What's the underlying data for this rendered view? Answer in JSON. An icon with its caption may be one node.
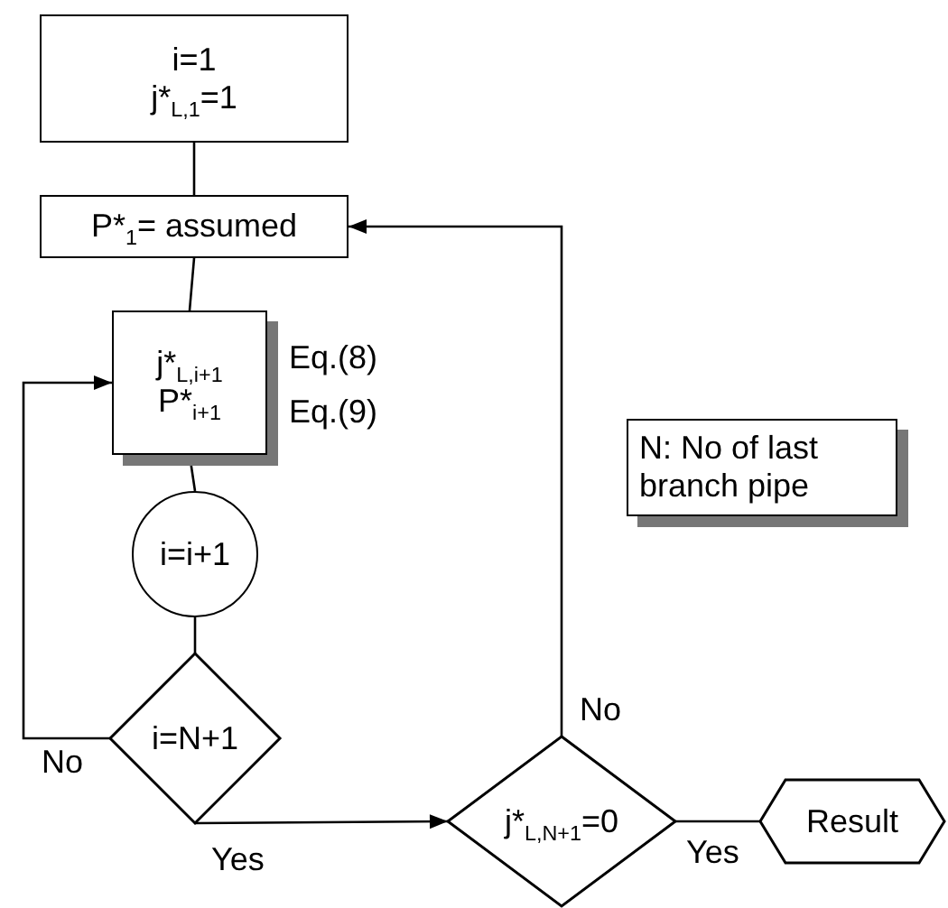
{
  "diagram": {
    "nodes": [
      {
        "text": [
          "i=1",
          "j*$_{L,1}$=1"
        ]
      },
      {
        "text": [
          "P*$_{1}$= assumed"
        ]
      },
      {
        "text": [
          "j*$_{L,i+1}$",
          "P*$_{i+1}$"
        ],
        "beside": [
          "Eq.(8)",
          "Eq.(9)"
        ]
      },
      {
        "text": [
          "i=i+1"
        ]
      },
      {
        "text": [
          "i=N+1"
        ]
      },
      {
        "text": [
          "j*$_{L,N+1}$=0"
        ]
      },
      {
        "text": [
          "Result"
        ]
      },
      {
        "text": [
          "N: No of last branch pipe"
        ]
      }
    ],
    "edges": [
      {
        "from": 0,
        "to": 1,
        "arrow": "none"
      },
      {
        "from": 1,
        "to": 2,
        "arrow": "none"
      },
      {
        "from": 2,
        "to": 3,
        "arrow": "none"
      },
      {
        "from": 3,
        "to": 4,
        "arrow": "none"
      },
      {
        "from": 4,
        "to": 2,
        "arrow": "to",
        "label": "No"
      },
      {
        "from": 4,
        "to": 5,
        "arrow": "to",
        "label": "Yes"
      },
      {
        "from": 5,
        "to": 1,
        "arrow": "to",
        "label": "No"
      },
      {
        "from": 5,
        "to": 6,
        "arrow": "none",
        "label": "Yes"
      }
    ]
  }
}
